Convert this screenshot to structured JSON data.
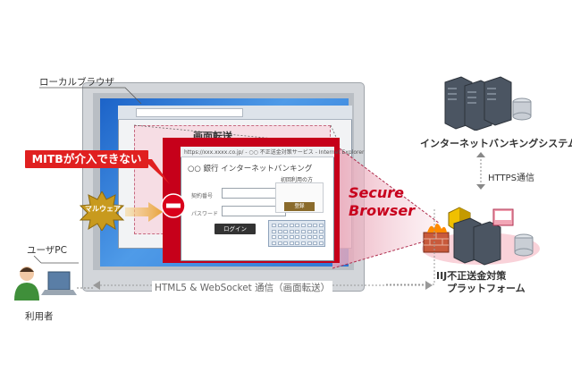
{
  "labels": {
    "local_browser": "ローカルブラウザ",
    "screen_transfer": "画面転送",
    "mitb": "MITBが介入できない",
    "malware": "マルウェア",
    "user_pc": "ユーザPC",
    "user": "利用者",
    "secure_browser_1": "Secure",
    "secure_browser_2": "Browser",
    "internet_banking_system": "インターネットバンキングシステム",
    "https": "HTTPS通信",
    "platform_1": "IIJ不正送金対策",
    "platform_2": "プラットフォーム",
    "html5_ws": "HTML5 & WebSocket 通信（画面転送）"
  },
  "remote_screen": {
    "title": "https://xxx.xxxx.co.jp/ - ○○ 不正送金対策サービス - Internet Explorer",
    "bank_title": "○○ 銀行  インターネットバンキング",
    "field1": "契約番号",
    "field2": "パスワード",
    "login": "ログイン",
    "side_title": "初回利用の方",
    "side_button": "登録"
  },
  "colors": {
    "accent_red": "#c8001d",
    "mitb_red": "#e02020",
    "screen_pink": "#f6dde4",
    "desktop_blue": "#2d76d4"
  }
}
